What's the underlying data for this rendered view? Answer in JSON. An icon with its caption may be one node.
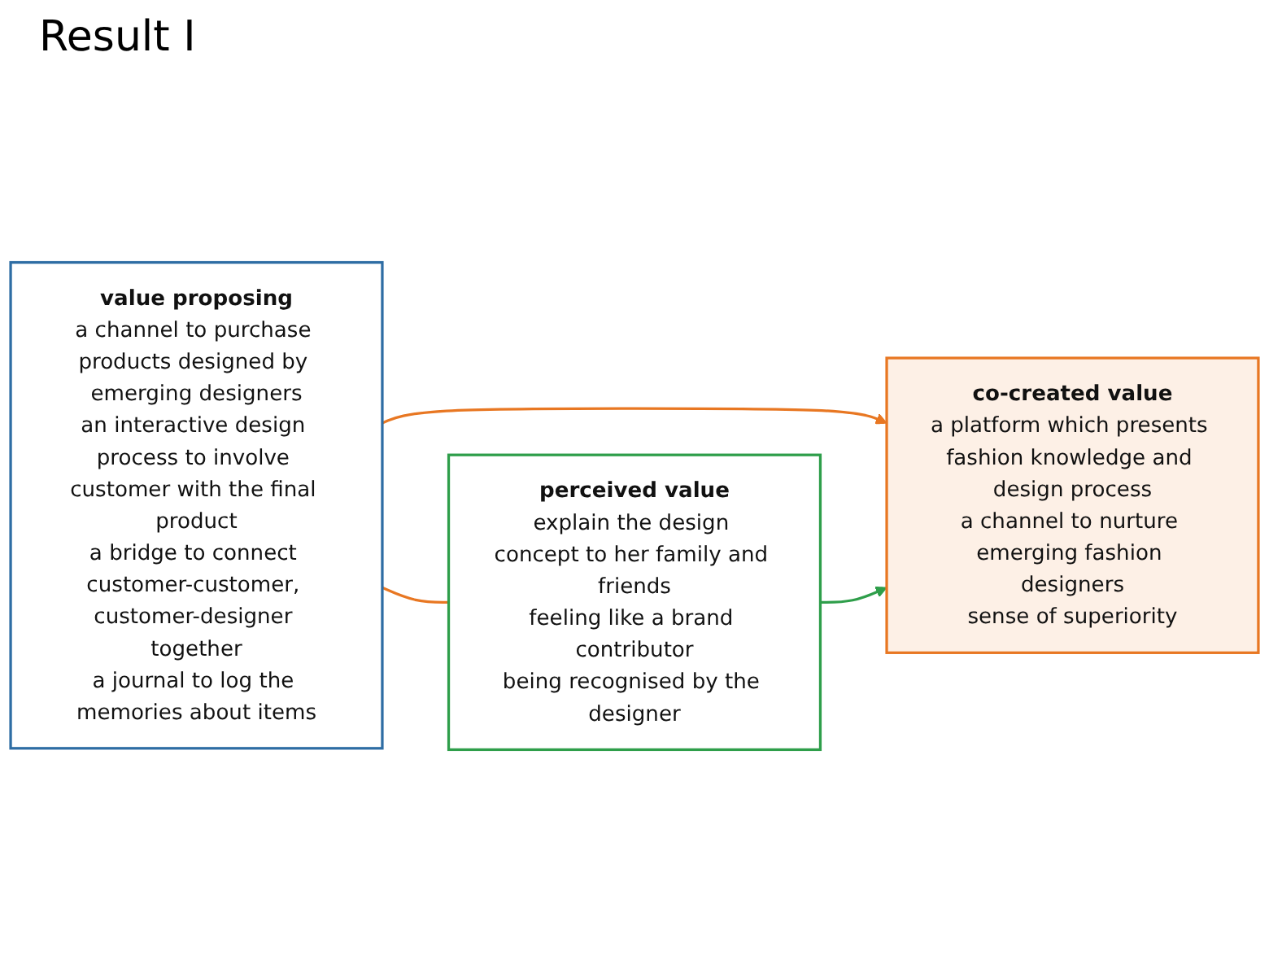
{
  "diagram": {
    "title": "Result I",
    "nodes": [
      {
        "text": [
          "value proposing",
          "a channel to purchase products designed by emerging designers",
          "an interactive design process to involve customer with the final product",
          "a bridge to connect customer-customer, customer-designer together",
          "a journal to log the memories about items"
        ]
      },
      {
        "text": [
          "co-created value",
          "a platform which presents fashion knowledge and design process",
          "a channel to nurture emerging fashion designers",
          "sense of superiority"
        ]
      },
      {
        "text": [
          "perceived value",
          "explain the design concept to her family and friends",
          "feeling like a brand contributor",
          "being recognised by the designer"
        ]
      }
    ],
    "edges": [
      {
        "from": 0,
        "to": 1,
        "arrow": "to",
        "color": "#e87722"
      },
      {
        "from": 2,
        "to": 1,
        "arrow": "to",
        "color": "#2e9e4a"
      },
      {
        "from": 0,
        "to": 2,
        "arrow": "none",
        "color": "#e87722"
      }
    ]
  }
}
